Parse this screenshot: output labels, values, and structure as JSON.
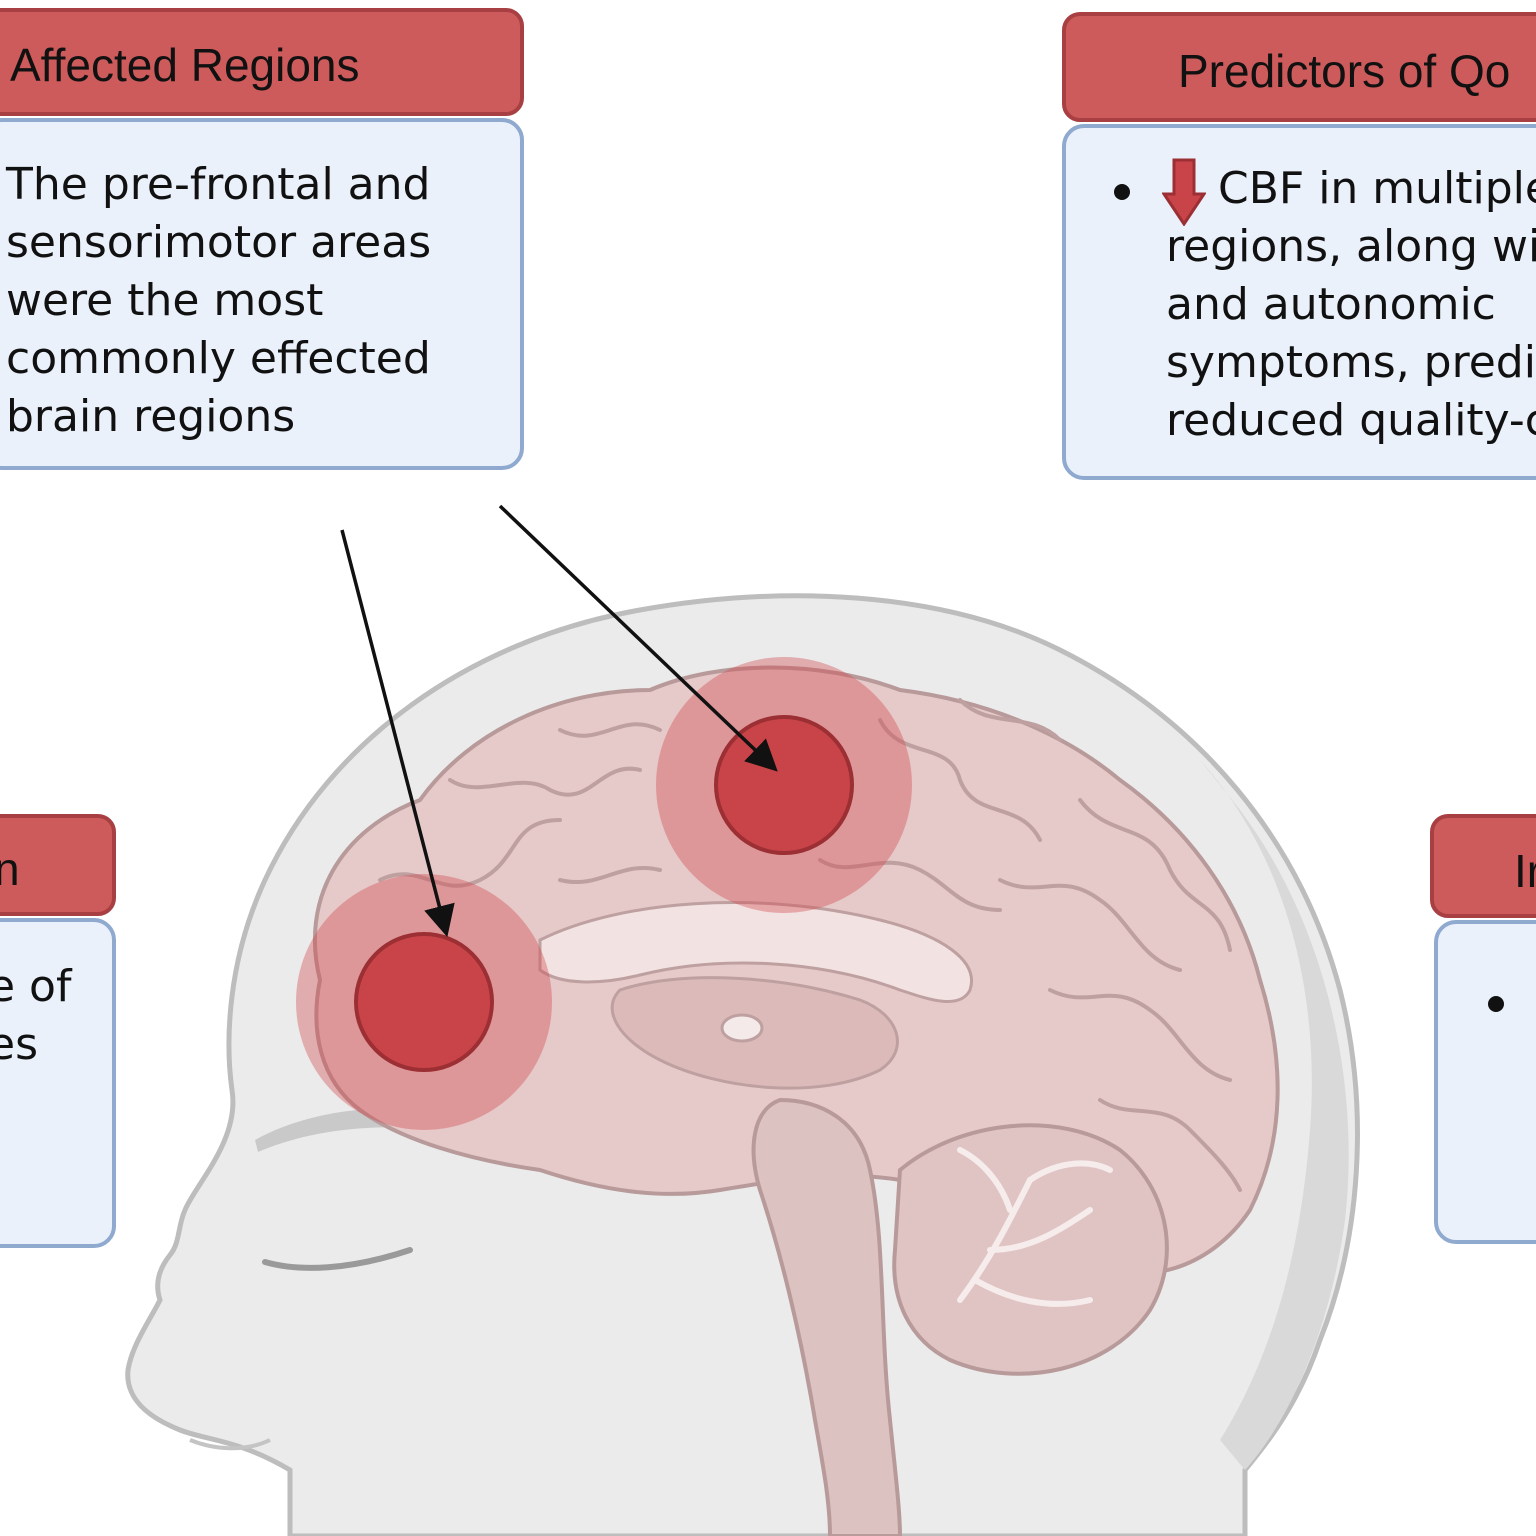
{
  "panels": {
    "affected_regions": {
      "title": "Affected Regions",
      "text": "The pre-frontal and\nsensorimotor areas\nwere the most\ncommonly effected\nbrain regions"
    },
    "predictors": {
      "title": "Predictors of Qo",
      "text": "CBF in multiple\nregions, along wi\nand autonomic\nsymptoms, predi\nreduced quality-c"
    },
    "left_partial": {
      "title": "n",
      "text": "e of\nes"
    },
    "right_partial": {
      "title": "Ir"
    }
  },
  "colors": {
    "header_fill": "#cd5b5b",
    "header_border": "#a83f42",
    "body_fill": "#eaf1fb",
    "body_border": "#8fa9cf",
    "highlight": "#c94448",
    "brain": "#e6c9c9",
    "head": "#ececec"
  },
  "icons": {
    "decrease": "down-arrow-icon"
  }
}
